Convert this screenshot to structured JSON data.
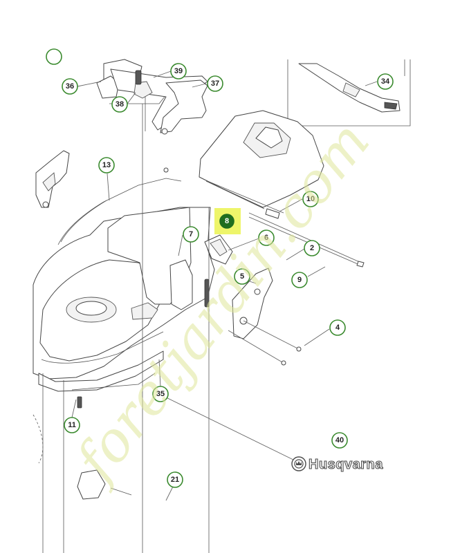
{
  "diagram": {
    "highlight_color": "#eef56a",
    "callout_ring_color": "#3a8a2e",
    "callout_fill_highlight": "#1f6e1f",
    "highlighted_part": "8"
  },
  "callouts": [
    {
      "id": "c36",
      "label": "36"
    },
    {
      "id": "c38",
      "label": "38"
    },
    {
      "id": "c39",
      "label": "39"
    },
    {
      "id": "c37",
      "label": "37"
    },
    {
      "id": "c34",
      "label": "34"
    },
    {
      "id": "c13",
      "label": "13"
    },
    {
      "id": "c10",
      "label": "10"
    },
    {
      "id": "c8",
      "label": "8"
    },
    {
      "id": "c7",
      "label": "7"
    },
    {
      "id": "c6",
      "label": "6"
    },
    {
      "id": "c2",
      "label": "2"
    },
    {
      "id": "c5",
      "label": "5"
    },
    {
      "id": "c9",
      "label": "9"
    },
    {
      "id": "c4",
      "label": "4"
    },
    {
      "id": "c35",
      "label": "35"
    },
    {
      "id": "c11",
      "label": "11"
    },
    {
      "id": "c40",
      "label": "40"
    },
    {
      "id": "c21",
      "label": "21"
    }
  ],
  "brand": {
    "name": "Husqvarna",
    "logo_icon": "husqvarna-crown-logo",
    "color": "#4a4a4a"
  },
  "watermark": {
    "text": "foretjardin.com",
    "color": "#dfe79a"
  }
}
